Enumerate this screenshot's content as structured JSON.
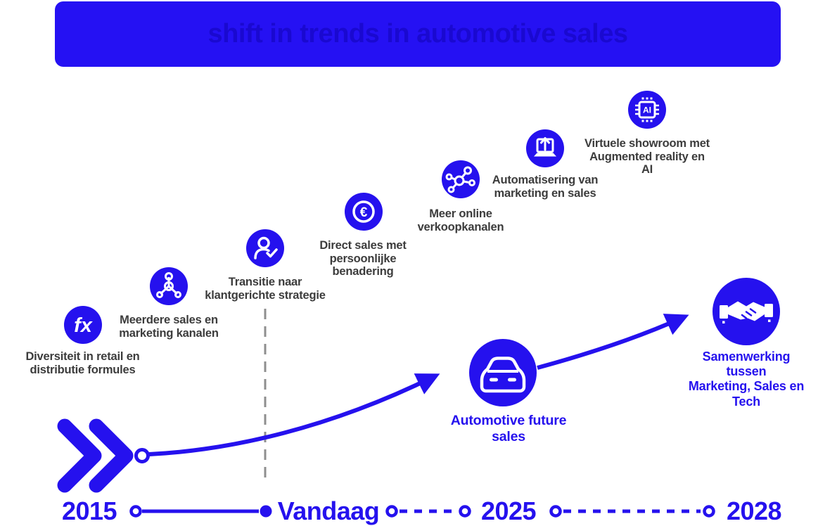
{
  "colors": {
    "primary": "#2511EE",
    "banner_bg": "#2511F3",
    "banner_text": "#1A09D0",
    "label_dark": "#3C3C3C",
    "dashed_gray": "#8F8F8F"
  },
  "banner": {
    "title": "shift in trends in automotive sales"
  },
  "icons": {
    "fx_text": "fx",
    "euro_text": "€",
    "ai_text": "AI"
  },
  "milestones": [
    {
      "icon": "fx-icon",
      "label": "Diversiteit in retail en\ndistributie formules"
    },
    {
      "icon": "network-nodes-icon",
      "label": "Meerdere sales en\nmarketing kanalen"
    },
    {
      "icon": "user-check-icon",
      "label": "Transitie naar\nklantgerichte strategie"
    },
    {
      "icon": "euro-icon",
      "label": "Direct sales met\npersoonlijke benadering"
    },
    {
      "icon": "molecule-icon",
      "label": "Meer online\nverkoopkanalen"
    },
    {
      "icon": "laptop-launch-icon",
      "label": "Automatisering van\nmarketing en sales"
    },
    {
      "icon": "ai-chip-icon",
      "label": "Virtuele showroom met\nAugmented reality en AI"
    }
  ],
  "highlights": [
    {
      "icon": "car-icon",
      "label": "Automotive future sales"
    },
    {
      "icon": "handshake-icon",
      "label": "Samenwerking tussen\nMarketing, Sales en\nTech"
    }
  ],
  "timeline": {
    "labels": [
      "2015",
      "Vandaag",
      "2025",
      "2028"
    ]
  }
}
